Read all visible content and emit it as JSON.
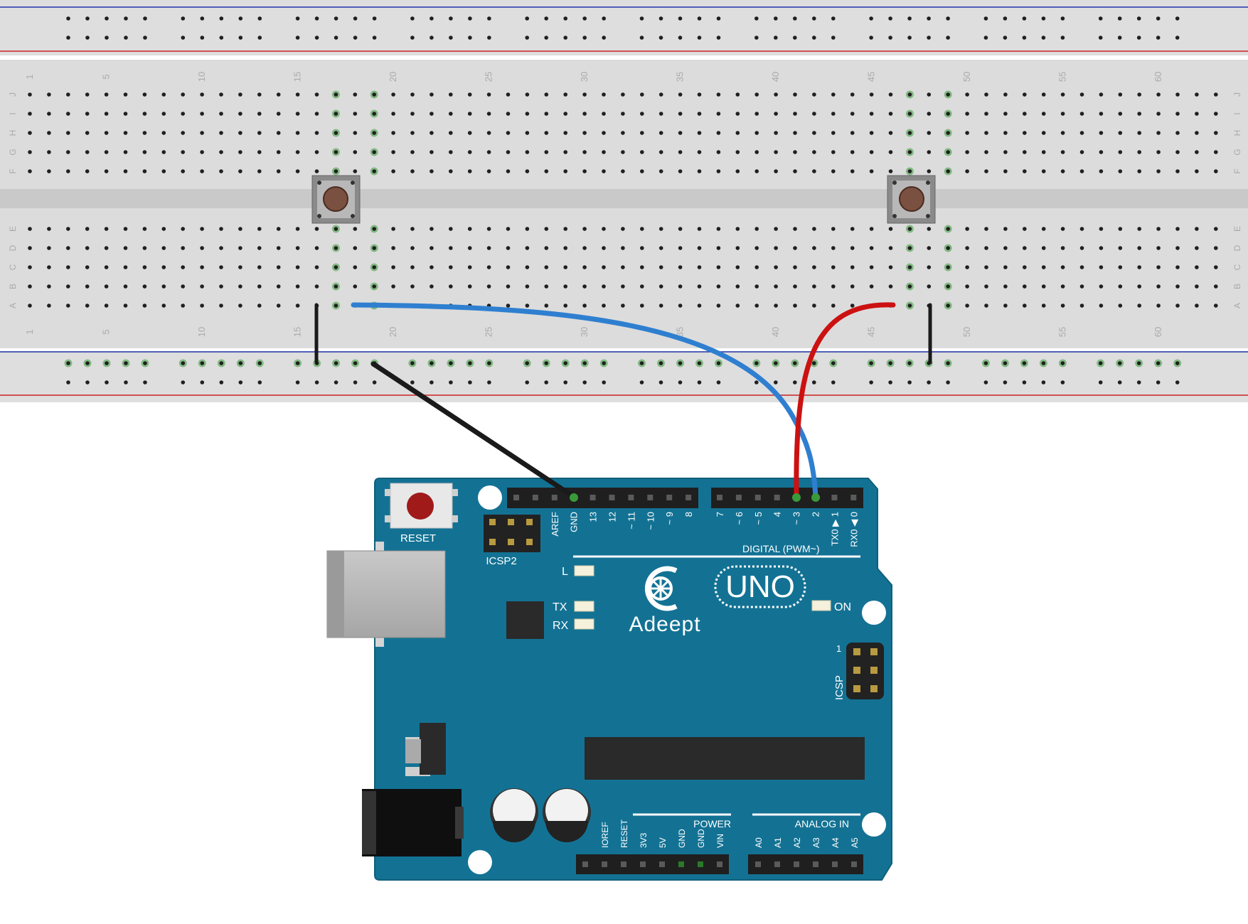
{
  "breadboard": {
    "column_numbers": [
      "1",
      "5",
      "10",
      "15",
      "20",
      "25",
      "30",
      "35",
      "40",
      "45",
      "50",
      "55",
      "60"
    ],
    "row_letters_top": [
      "J",
      "I",
      "H",
      "G",
      "F"
    ],
    "row_letters_bottom": [
      "E",
      "D",
      "C",
      "B",
      "A"
    ]
  },
  "arduino": {
    "reset_label": "RESET",
    "icsp2_label": "ICSP2",
    "icsp_label": "ICSP",
    "icsp_pin1_label": "1",
    "brand": "Adeept",
    "model": "UNO",
    "on_label": "ON",
    "led_l": "L",
    "led_tx": "TX",
    "led_rx": "RX",
    "digital_label": "DIGITAL (PWM~)",
    "digital_pins": [
      "AREF",
      "GND",
      "13",
      "12",
      "~ 11",
      "~ 10",
      "~ 9",
      "8",
      "7",
      "~ 6",
      "~ 5",
      "4",
      "~ 3",
      "2",
      "TX0 ▶ 1",
      "RX0 ◀ 0"
    ],
    "power_label": "POWER",
    "power_pins": [
      "IOREF",
      "RESET",
      "3V3",
      "5V",
      "GND",
      "GND",
      "VIN"
    ],
    "analog_label": "ANALOG IN",
    "analog_pins": [
      "A0",
      "A1",
      "A2",
      "A3",
      "A4",
      "A5"
    ]
  },
  "colors": {
    "board_blue": "#137294",
    "wire_blue": "#2f7fd0",
    "wire_red": "#cc1111",
    "wire_black": "#1a1a1a",
    "breadboard": "#dcdcdc",
    "hole_active": "#3a9a3a"
  }
}
